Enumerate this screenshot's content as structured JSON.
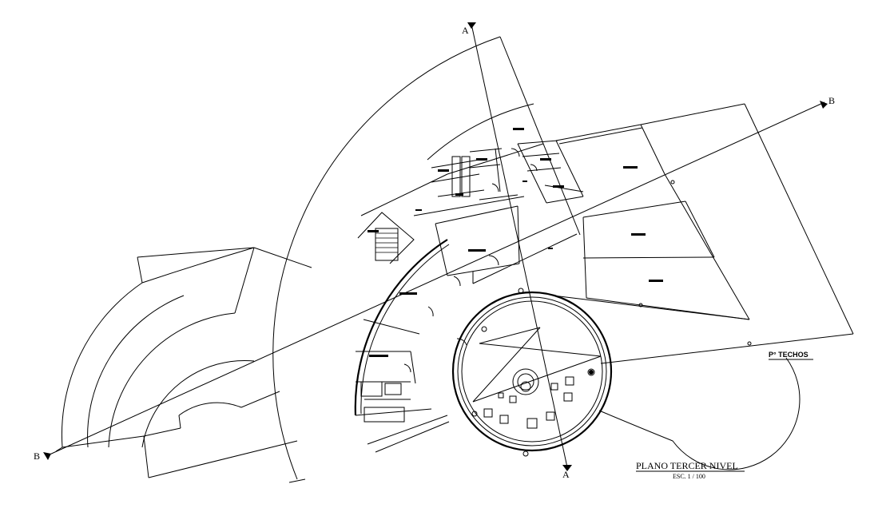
{
  "drawing": {
    "title": "PLANO TERCER NIVEL",
    "scale": "ESC. 1 / 100",
    "roof_note": "P° TECHOS",
    "section_a_label": "A",
    "section_b_label": "B"
  }
}
